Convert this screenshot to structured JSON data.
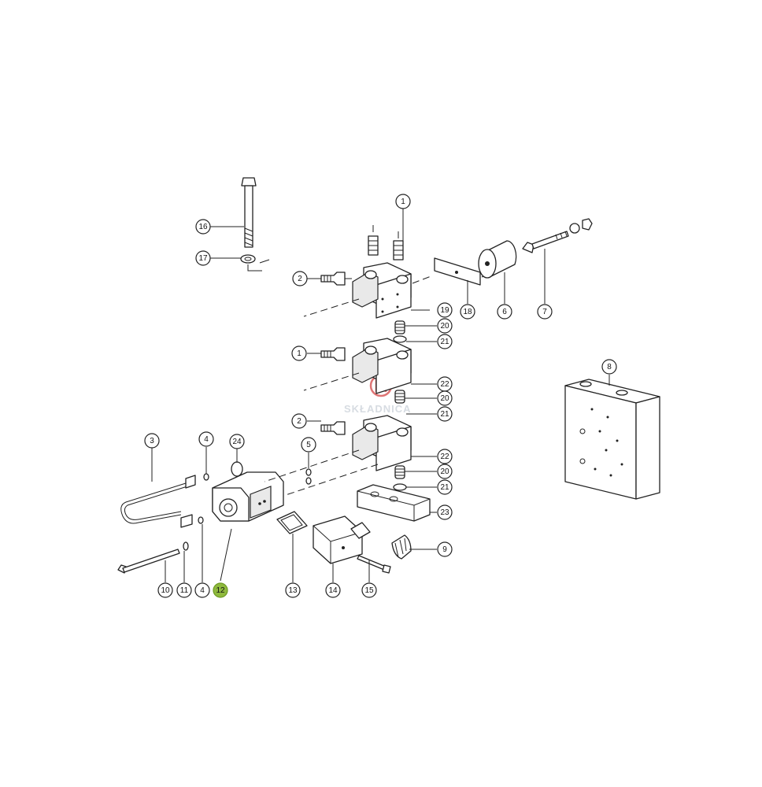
{
  "watermark": {
    "text": "SKŁADNICA",
    "color": "#d23a3a"
  },
  "highlight_color": "#8fb93e",
  "callouts": [
    {
      "id": "c1a",
      "label": "1"
    },
    {
      "id": "c16",
      "label": "16"
    },
    {
      "id": "c17",
      "label": "17"
    },
    {
      "id": "c2a",
      "label": "2"
    },
    {
      "id": "c19",
      "label": "19"
    },
    {
      "id": "c18",
      "label": "18"
    },
    {
      "id": "c6",
      "label": "6"
    },
    {
      "id": "c7",
      "label": "7"
    },
    {
      "id": "c20a",
      "label": "20"
    },
    {
      "id": "c21a",
      "label": "21"
    },
    {
      "id": "c1b",
      "label": "1"
    },
    {
      "id": "c22a",
      "label": "22"
    },
    {
      "id": "c20b",
      "label": "20"
    },
    {
      "id": "c21b",
      "label": "21"
    },
    {
      "id": "c2b",
      "label": "2"
    },
    {
      "id": "c22b",
      "label": "22"
    },
    {
      "id": "c8",
      "label": "8"
    },
    {
      "id": "c3",
      "label": "3"
    },
    {
      "id": "c4a",
      "label": "4"
    },
    {
      "id": "c24",
      "label": "24"
    },
    {
      "id": "c5",
      "label": "5"
    },
    {
      "id": "c20c",
      "label": "20"
    },
    {
      "id": "c21c",
      "label": "21"
    },
    {
      "id": "c23",
      "label": "23"
    },
    {
      "id": "c9",
      "label": "9"
    },
    {
      "id": "c10",
      "label": "10"
    },
    {
      "id": "c11",
      "label": "11"
    },
    {
      "id": "c4b",
      "label": "4"
    },
    {
      "id": "c12",
      "label": "12",
      "highlighted": true
    },
    {
      "id": "c13",
      "label": "13"
    },
    {
      "id": "c14",
      "label": "14"
    },
    {
      "id": "c15",
      "label": "15"
    }
  ]
}
